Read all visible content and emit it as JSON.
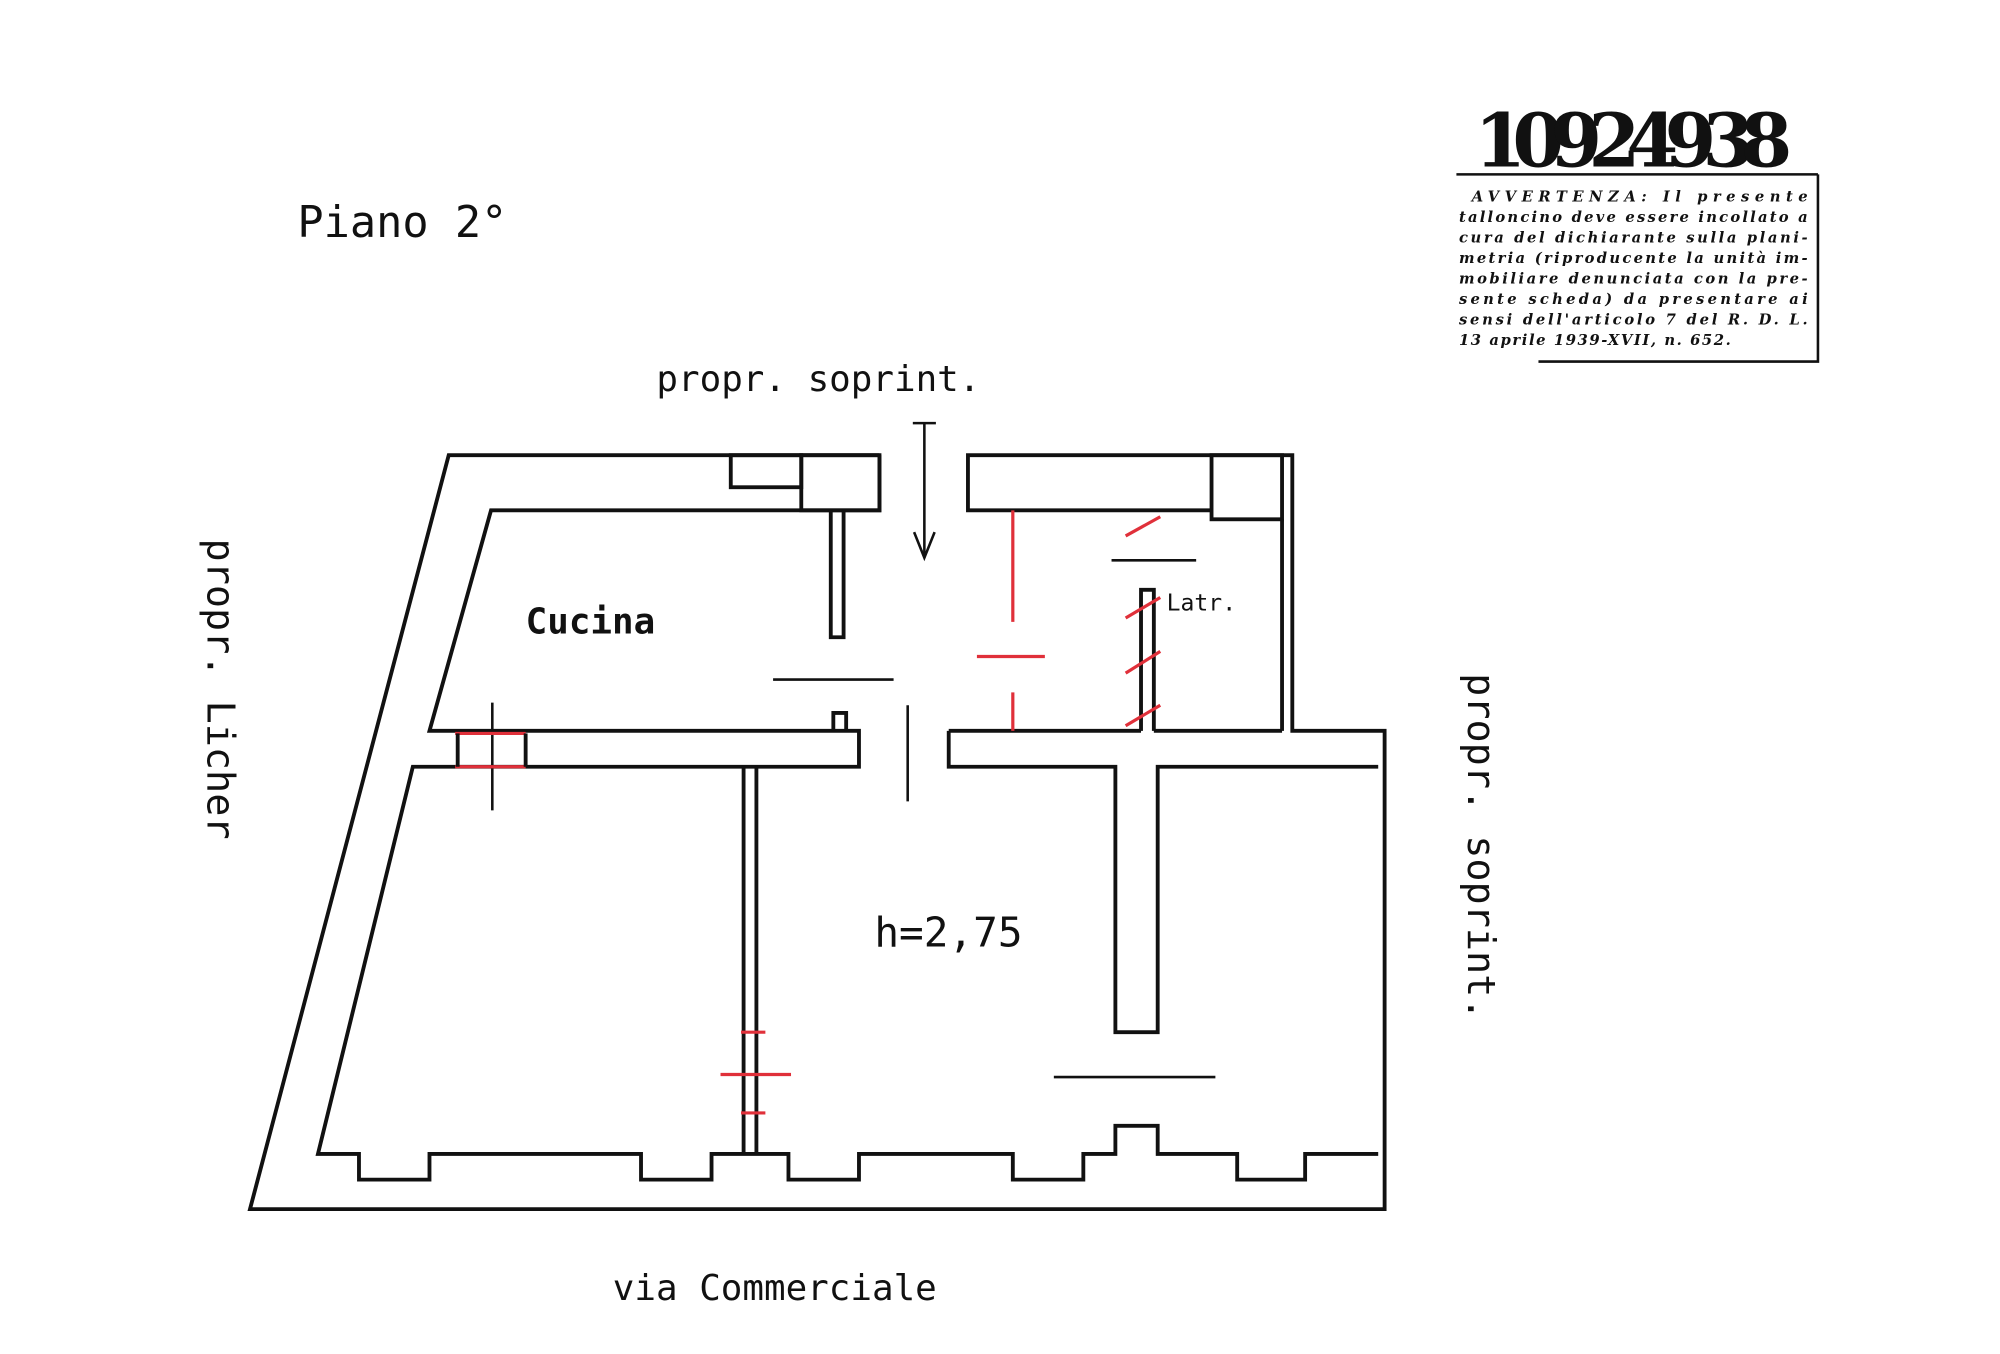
{
  "plan": {
    "floor_label": "Piano 2°",
    "north_neighbor": "propr. soprint.",
    "west_neighbor": "propr. Licher",
    "east_neighbor": "propr. soprint.",
    "street": "via Commerciale",
    "rooms": {
      "kitchen": "Cucina",
      "toilet": "Latr.",
      "height": "h=2,75"
    },
    "accent_color": "#e0303a"
  },
  "stamp": {
    "number": "10924938",
    "notice_lines": [
      "AVVERTENZA: Il presente",
      "talloncino deve essere incollato a",
      "cura del dichiarante sulla plani-",
      "metria (riproducente la unità im-",
      "mobiliare denunciata con la pre-",
      "sente scheda) da presentare ai",
      "sensi dell'articolo 7 del R. D. L.",
      "13 aprile 1939-XVII, n. 652."
    ]
  }
}
